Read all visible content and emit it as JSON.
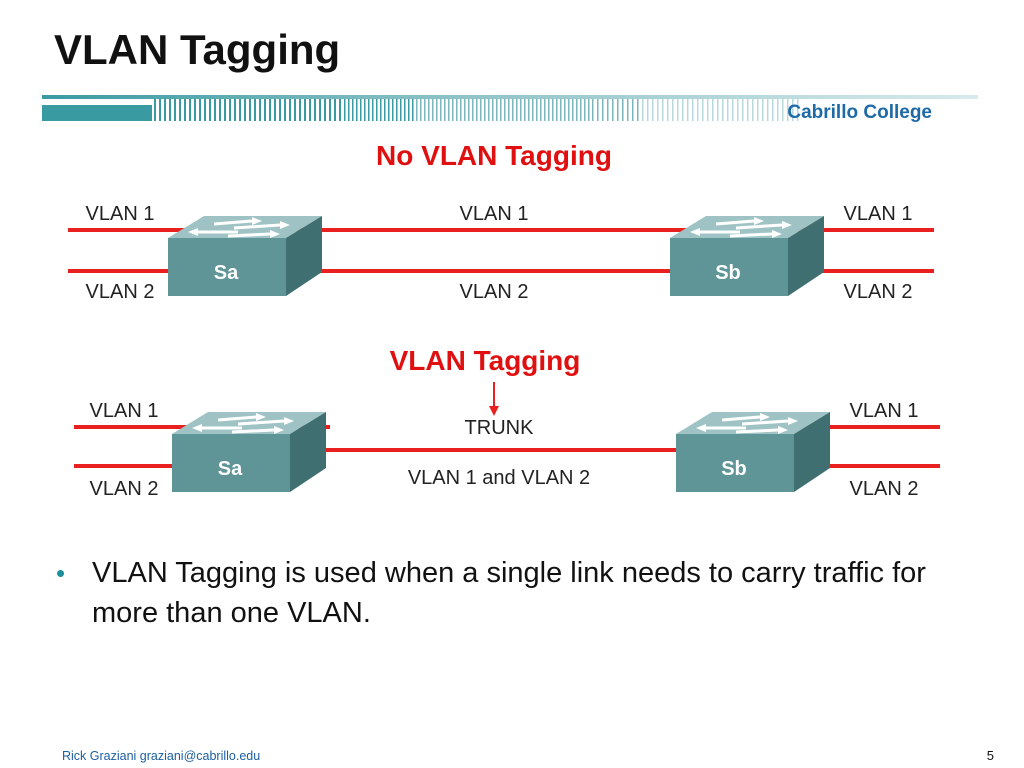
{
  "slide": {
    "title": "VLAN Tagging",
    "college": "Cabrillo College",
    "footer": {
      "author": "Rick Graziani  graziani@cabrillo.edu",
      "page": "5"
    },
    "bullets": [
      "VLAN Tagging is used when a single link needs to carry traffic for more than one VLAN."
    ]
  },
  "colors": {
    "link": "#e82020",
    "heading": "#e01010",
    "switch": "#5f9597",
    "teal": "#3a9aa2"
  },
  "diagram": {
    "top": {
      "heading": "No VLAN Tagging",
      "left_vlan1": "VLAN 1",
      "left_vlan2": "VLAN 2",
      "mid_vlan1": "VLAN 1",
      "mid_vlan2": "VLAN 2",
      "right_vlan1": "VLAN 1",
      "right_vlan2": "VLAN 2",
      "switch_a": "Sa",
      "switch_b": "Sb"
    },
    "bottom": {
      "heading": "VLAN Tagging",
      "trunk": "TRUNK",
      "trunk_vlans": "VLAN 1 and VLAN 2",
      "left_vlan1": "VLAN 1",
      "left_vlan2": "VLAN 2",
      "right_vlan1": "VLAN 1",
      "right_vlan2": "VLAN 2",
      "switch_a": "Sa",
      "switch_b": "Sb"
    }
  }
}
